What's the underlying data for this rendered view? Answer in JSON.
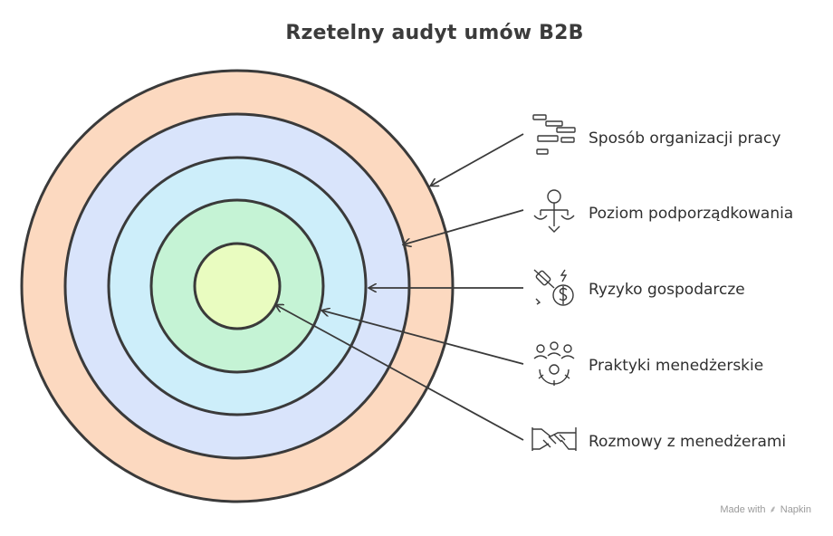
{
  "title": "Rzetelny audyt umów B2B",
  "layers": [
    {
      "label": "Sposób organizacji pracy",
      "icon": "gantt-chart-icon",
      "color": "#fcd9c0"
    },
    {
      "label": "Poziom podporządkowania",
      "icon": "hierarchy-icon",
      "color": "#d9e4fb"
    },
    {
      "label": "Ryzyko gospodarcze",
      "icon": "risk-money-icon",
      "color": "#cdeefa"
    },
    {
      "label": "Praktyki menedżerskie",
      "icon": "team-gear-icon",
      "color": "#c5f3d5"
    },
    {
      "label": "Rozmowy z menedżerami",
      "icon": "handshake-icon",
      "color": "#e9fcc0"
    }
  ],
  "watermark": {
    "prefix": "Made with",
    "brand": "Napkin"
  },
  "colors": {
    "stroke": "#3a3a3a",
    "text": "#2f2f2f"
  }
}
